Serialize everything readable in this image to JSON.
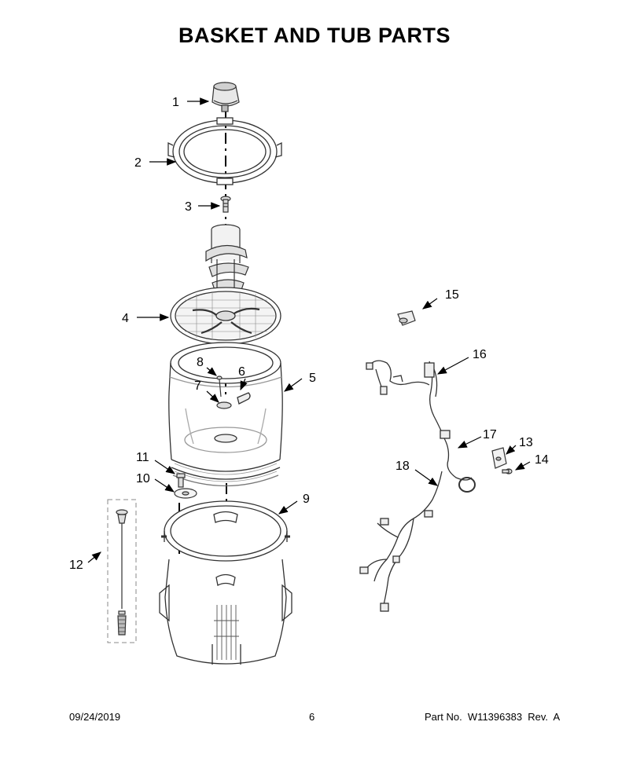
{
  "title": "BASKET AND TUB PARTS",
  "callouts": {
    "c1": "1",
    "c2": "2",
    "c3": "3",
    "c4": "4",
    "c5": "5",
    "c6": "6",
    "c7": "7",
    "c8": "8",
    "c9": "9",
    "c10": "10",
    "c11": "11",
    "c12": "12",
    "c13": "13",
    "c14": "14",
    "c15": "15",
    "c16": "16",
    "c17": "17",
    "c18": "18"
  },
  "footer": {
    "date": "09/24/2019",
    "page": "6",
    "part": "Part No.  W11396383  Rev.  A"
  }
}
